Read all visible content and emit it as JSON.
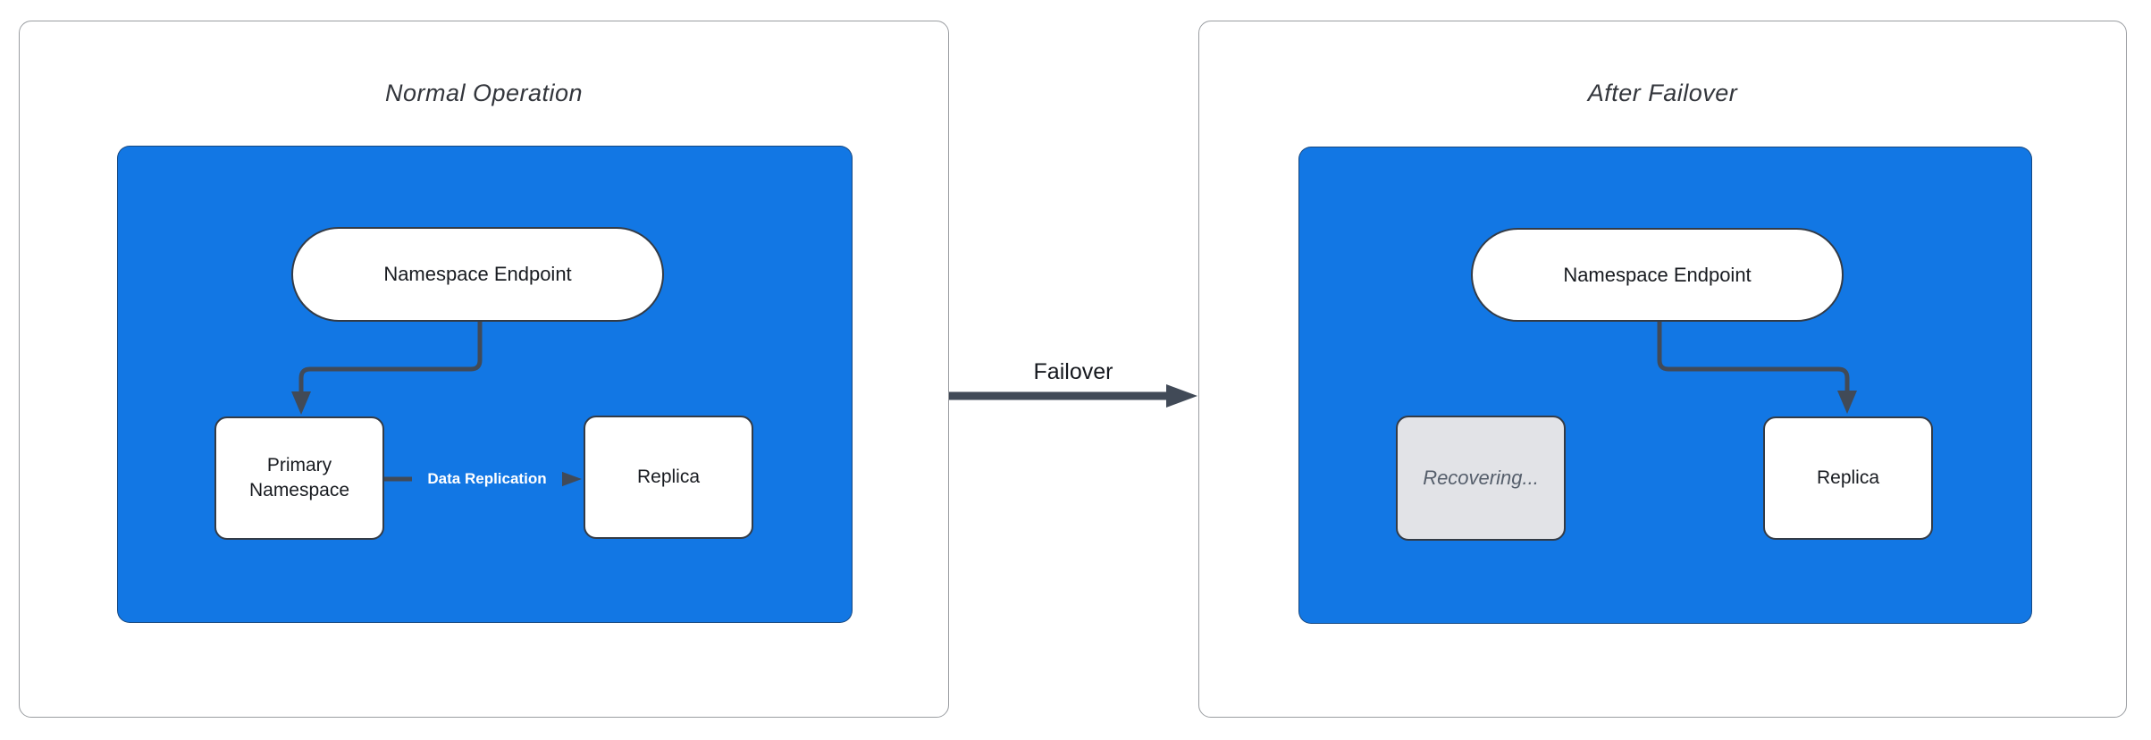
{
  "panels": [
    {
      "title": "Normal Operation",
      "nodes": {
        "endpoint": "Namespace Endpoint",
        "primary": "Primary Namespace",
        "replica": "Replica"
      },
      "edges": {
        "replication_label": "Data Replication"
      }
    },
    {
      "title": "After Failover",
      "nodes": {
        "endpoint": "Namespace Endpoint",
        "recovering": "Recovering...",
        "replica": "Replica"
      }
    }
  ],
  "connector": {
    "label": "Failover"
  },
  "colors": {
    "panel-bg": "#ffffff",
    "panel-border": "#9a9da1",
    "container-blue": "#1277e4",
    "node-fill": "#ffffff",
    "node-border": "#333b46",
    "node-text": "#181b20",
    "title-text": "#33363c",
    "edge-dark": "#414a57",
    "edge-label-light": "#ffffff",
    "connector-text": "#15181e",
    "recovering-fill": "#e2e3e7",
    "recovering-text": "#555e6b"
  }
}
